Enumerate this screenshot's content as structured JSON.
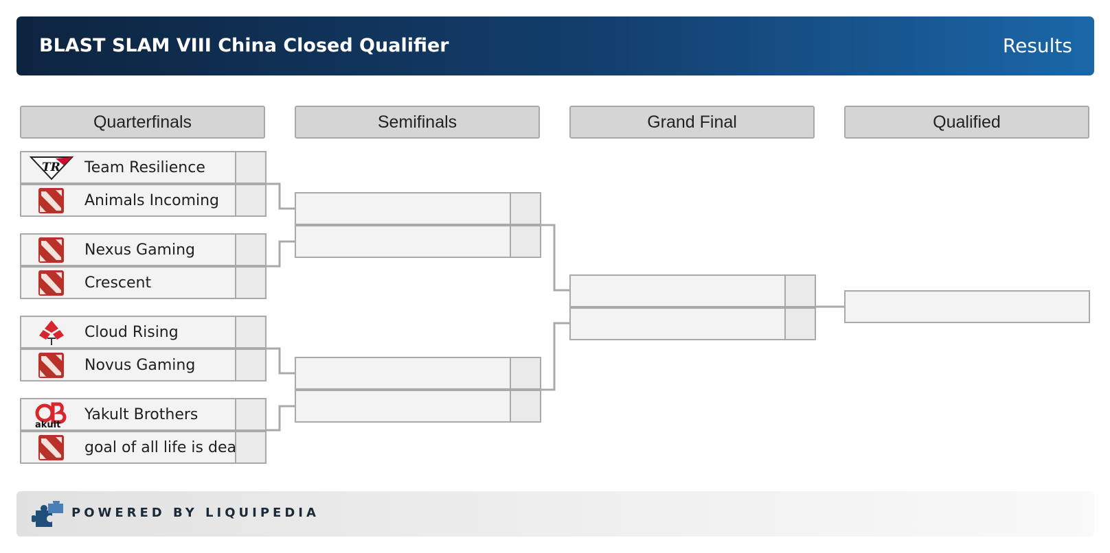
{
  "header": {
    "title": "BLAST SLAM VIII China Closed Qualifier",
    "results_label": "Results"
  },
  "rounds": [
    "Quarterfinals",
    "Semifinals",
    "Grand Final",
    "Qualified"
  ],
  "quarterfinals": [
    {
      "team1": {
        "name": "Team Resilience",
        "logo": "team-resilience-logo"
      },
      "team2": {
        "name": "Animals Incoming",
        "logo": "dota-2-logo"
      }
    },
    {
      "team1": {
        "name": "Nexus Gaming",
        "logo": "dota-2-logo"
      },
      "team2": {
        "name": "Crescent",
        "logo": "dota-2-logo"
      }
    },
    {
      "team1": {
        "name": "Cloud Rising",
        "logo": "cloud-rising-logo"
      },
      "team2": {
        "name": "Novus Gaming",
        "logo": "dota-2-logo"
      }
    },
    {
      "team1": {
        "name": "Yakult Brothers",
        "logo": "yakult-brothers-logo"
      },
      "team2": {
        "name": "goal of all life is death",
        "logo": "dota-2-logo"
      }
    }
  ],
  "footer": {
    "text": "POWERED BY LIQUIPEDIA",
    "logo": "liquipedia-logo"
  },
  "colors": {
    "header_start": "#0d2440",
    "header_end": "#1b67a8",
    "slot_bg": "#f3f3f3",
    "border": "#a9a9a9",
    "round_header_bg": "#d5d5d5",
    "dota_red": "#b8322a"
  }
}
